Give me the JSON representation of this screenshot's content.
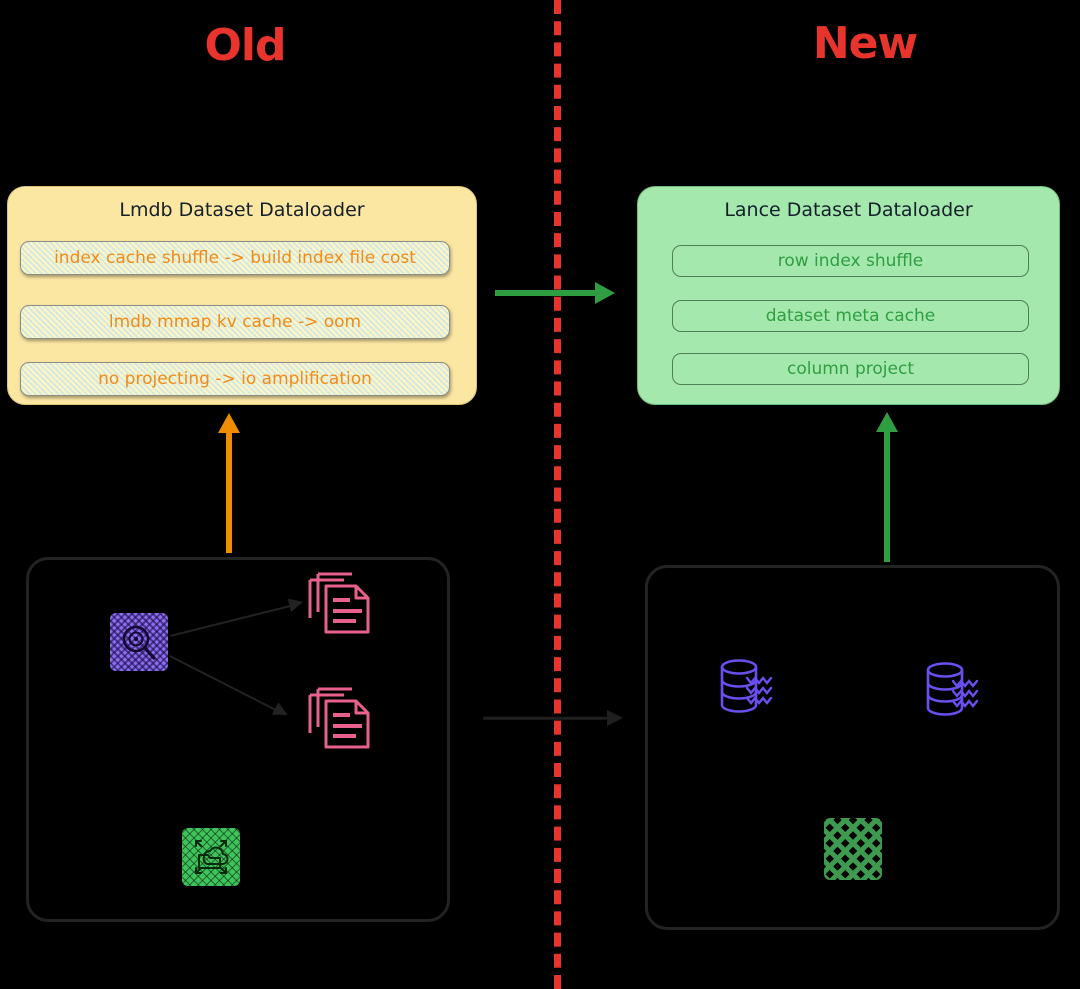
{
  "sections": {
    "old": {
      "title": "Old"
    },
    "new": {
      "title": "New"
    }
  },
  "divider": {
    "name": "vertical-dashed-separator",
    "color": "#e8342c",
    "style": "dashed"
  },
  "old_side": {
    "box": {
      "title": "Lmdb Dataset Dataloader",
      "fill_color": "#fbe6a2",
      "text_color": "#f28b17",
      "items": [
        {
          "label": "index cache shuffle -> build index file cost"
        },
        {
          "label": "lmdb mmap kv cache -> oom"
        },
        {
          "label": "no projecting -> io  amplification"
        }
      ]
    },
    "panel": {
      "name": "old-architecture-illustration",
      "icons": [
        {
          "name": "search-index-icon",
          "color": "#8c6ef0"
        },
        {
          "name": "document-stack-icon-top",
          "color": "#e8618c"
        },
        {
          "name": "document-stack-icon-bottom",
          "color": "#e8618c"
        },
        {
          "name": "cloud-folder-expand-icon",
          "color": "#3ec45a"
        }
      ]
    },
    "arrow_up": {
      "name": "old-panel-to-box-arrow",
      "color": "#f08c00",
      "direction": "up"
    }
  },
  "new_side": {
    "box": {
      "title": "Lance Dataset Dataloader",
      "fill_color": "#a5e8ae",
      "text_color": "#2f9e41",
      "items": [
        {
          "label": "row index shuffle"
        },
        {
          "label": "dataset meta cache"
        },
        {
          "label": "column project"
        }
      ]
    },
    "panel": {
      "name": "new-architecture-illustration",
      "icons": [
        {
          "name": "database-stream-icon-left",
          "color": "#6b4ef0"
        },
        {
          "name": "database-stream-icon-right",
          "color": "#6b4ef0"
        },
        {
          "name": "green-hatched-data-icon",
          "color": "#3d9a4e"
        }
      ]
    },
    "arrow_up": {
      "name": "new-panel-to-box-arrow",
      "color": "#2f9e41",
      "direction": "up"
    }
  },
  "transitions": {
    "top_arrow": {
      "name": "old-to-new-box-arrow",
      "color": "#2f9e41",
      "direction": "right"
    },
    "bottom_arrow": {
      "name": "old-to-new-panel-arrow",
      "color": "#1f1f1f",
      "direction": "right"
    }
  }
}
